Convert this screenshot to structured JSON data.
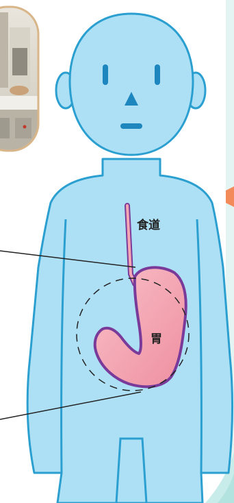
{
  "labels": {
    "esophagus": "食道",
    "stomach": "胃"
  },
  "colors": {
    "body_fill": "#aee0f5",
    "body_outline": "#2a9fd0",
    "stomach_fill": "#f4a6b2",
    "stomach_outline": "#7a3a9a",
    "photo_frame": "#d9b58a",
    "face": "#1e86bf",
    "arrow": "#f28a5a",
    "panel_edge": "#d6f0ee"
  },
  "icons": {
    "photo": "examination-room-photo",
    "arrow": "right-arrow-icon"
  }
}
